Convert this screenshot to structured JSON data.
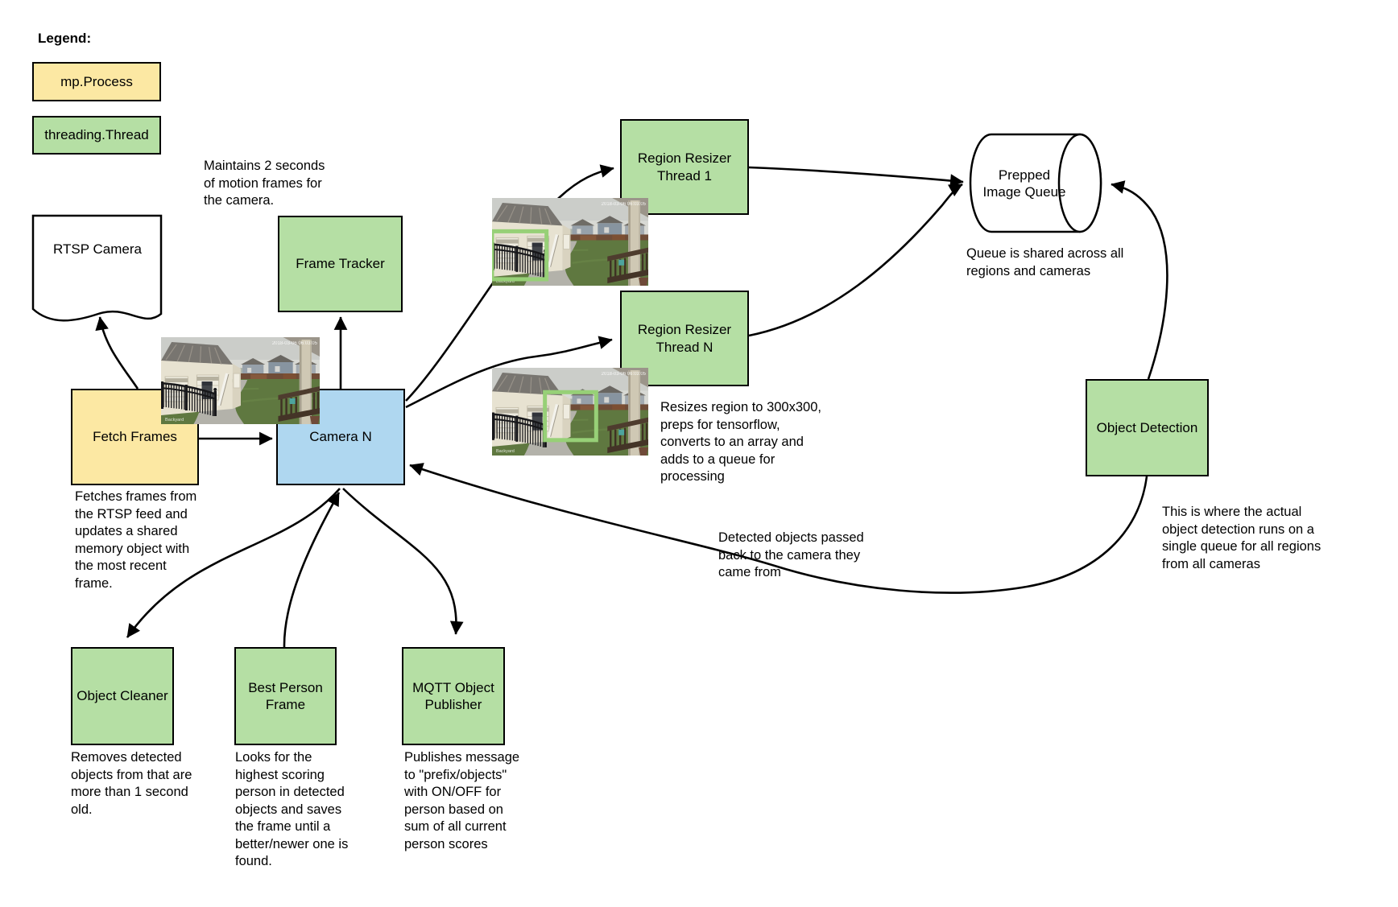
{
  "legend": {
    "title": "Legend:",
    "items": [
      {
        "id": "process",
        "label": "mp.Process",
        "color": "#FCE8A3"
      },
      {
        "id": "thread",
        "label": "threading.Thread",
        "color": "#B5DFA4"
      }
    ]
  },
  "nodes": {
    "rtsp_camera": {
      "label": "RTSP Camera",
      "shape": "document",
      "color": "#FFFFFF"
    },
    "fetch_frames": {
      "label": "Fetch Frames",
      "color": "#FCE8A3"
    },
    "camera_n": {
      "label": "Camera N",
      "color": "#AFD7F0"
    },
    "frame_tracker": {
      "label": "Frame Tracker",
      "color": "#B5DFA4"
    },
    "region_resizer_1": {
      "label": "Region Resizer\nThread 1",
      "color": "#B5DFA4"
    },
    "region_resizer_n": {
      "label": "Region Resizer\nThread N",
      "color": "#B5DFA4"
    },
    "prepped_image_queue": {
      "label": "Prepped\nImage Queue",
      "shape": "cylinder",
      "color": "#FFFFFF"
    },
    "object_detection": {
      "label": "Object Detection",
      "color": "#B5DFA4"
    },
    "object_cleaner": {
      "label": "Object Cleaner",
      "color": "#B5DFA4"
    },
    "best_person_frame": {
      "label": "Best Person\nFrame",
      "color": "#B5DFA4"
    },
    "mqtt_object_publisher": {
      "label": "MQTT Object\nPublisher",
      "color": "#B5DFA4"
    }
  },
  "notes": {
    "frame_tracker": "Maintains 2 seconds\nof motion frames for\nthe camera.",
    "fetch_frames": "Fetches frames from\nthe RTSP feed and\nupdates a shared\nmemory object with\nthe most recent\nframe.",
    "region_resizer": "Resizes region to 300x300,\npreps for tensorflow,\nconverts to an array and\nadds to a queue for\nprocessing",
    "queue": "Queue is shared across all\nregions and cameras",
    "object_detection": "This is where the actual\nobject detection runs on a\nsingle queue for all regions\nfrom all cameras",
    "detected_objects": "Detected objects passed\nback to the camera they\ncame from",
    "object_cleaner": "Removes detected\nobjects from that are\nmore than 1 second\nold.",
    "best_person_frame": "Looks for the\nhighest scoring\nperson in detected\nobjects and saves\nthe frame until a\nbetter/newer one is\nfound.",
    "mqtt_object_publisher": "Publishes message\nto \"prefix/objects\"\nwith ON/OFF for\nperson based on\nsum of all current\nperson scores"
  },
  "camera_frames": {
    "timestamp": "2018-03-06 06:03:05",
    "watermark": "Backyard",
    "bbox_color": "#97D077"
  }
}
